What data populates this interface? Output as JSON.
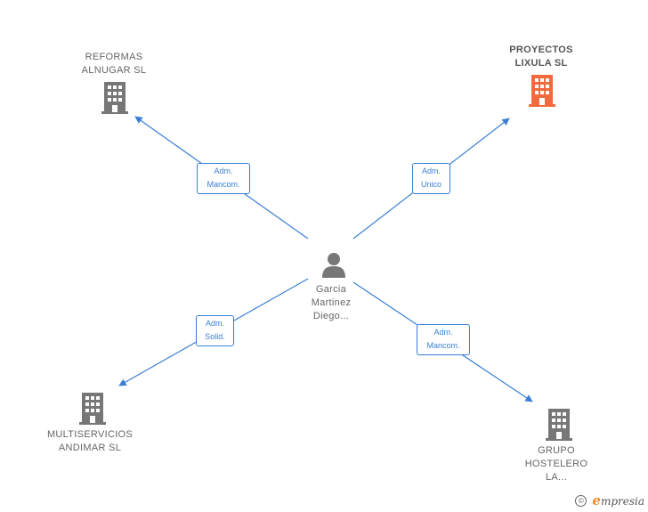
{
  "center": {
    "name_lines": [
      "Garcia",
      "Martinez",
      "Diego..."
    ],
    "icon": "person-icon",
    "color": "#777777"
  },
  "companies": [
    {
      "id": "reformas",
      "lines": [
        "REFORMAS",
        "ALNUGAR  SL"
      ],
      "icon": "building-icon",
      "color": "#777777",
      "highlight": false
    },
    {
      "id": "proyectos",
      "lines": [
        "PROYECTOS",
        "LIXULA  SL"
      ],
      "icon": "building-icon",
      "color": "#f26a3d",
      "highlight": true
    },
    {
      "id": "multiservicios",
      "lines": [
        "MULTISERVICIOS",
        "ANDIMAR  SL"
      ],
      "icon": "building-icon",
      "color": "#777777",
      "highlight": false
    },
    {
      "id": "grupo",
      "lines": [
        "GRUPO",
        "HOSTELERO",
        "LA..."
      ],
      "icon": "building-icon",
      "color": "#777777",
      "highlight": false
    }
  ],
  "roles": [
    {
      "id": "reformas",
      "lines": [
        "Adm.",
        "Mancom."
      ]
    },
    {
      "id": "proyectos",
      "lines": [
        "Adm.",
        "Unico"
      ]
    },
    {
      "id": "multiservicios",
      "lines": [
        "Adm.",
        "Solid."
      ]
    },
    {
      "id": "grupo",
      "lines": [
        "Adm.",
        "Mancom."
      ]
    }
  ],
  "footer": {
    "copyright_symbol": "©",
    "brand_initial": "e",
    "brand_rest": "mpresia"
  },
  "colors": {
    "edge": "#3b7fd4",
    "highlight": "#f26a3d",
    "neutral": "#777777"
  }
}
